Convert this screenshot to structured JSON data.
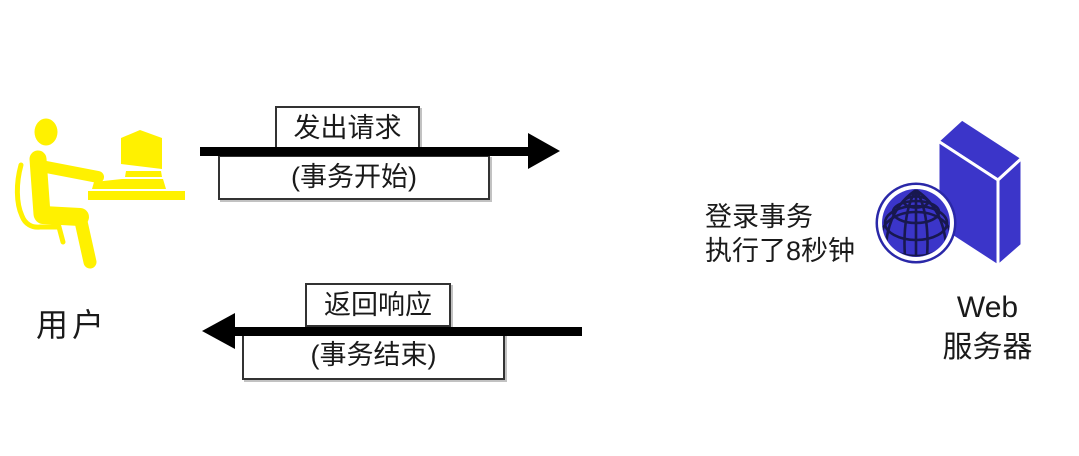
{
  "diagram": {
    "user": {
      "icon": "person-at-computer-icon",
      "label": "用户"
    },
    "request": {
      "direction": "right",
      "label": "发出请求",
      "sublabel": "(事务开始)"
    },
    "response": {
      "direction": "left",
      "label": "返回响应",
      "sublabel": "(事务结束)"
    },
    "server": {
      "icon": "globe-server-icon",
      "note_line1": "登录事务",
      "note_line2": "执行了8秒钟",
      "label_line1": "Web",
      "label_line2": "服务器"
    },
    "colors": {
      "user_icon": "#FFF100",
      "server_icon": "#3B35C9",
      "globe_grid": "#18184F",
      "globe_ring": "#2A28A8",
      "arrow": "#000000",
      "box_border": "#333333",
      "text": "#1A1A1A",
      "background": "#FFFFFF"
    }
  }
}
